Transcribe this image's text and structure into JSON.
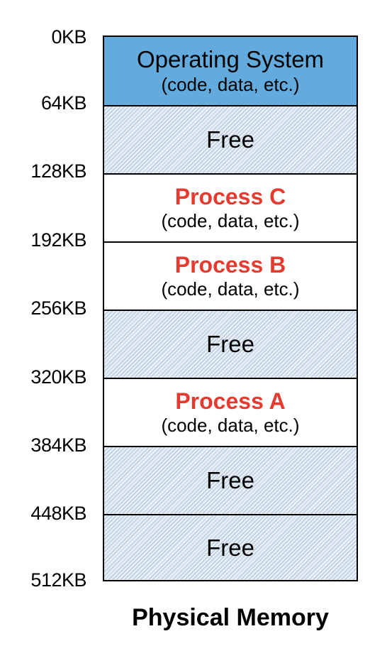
{
  "addresses": [
    "0KB",
    "64KB",
    "128KB",
    "192KB",
    "256KB",
    "320KB",
    "384KB",
    "448KB",
    "512KB"
  ],
  "segments": [
    {
      "kind": "os",
      "title": "Operating System",
      "subtitle": "(code, data, etc.)",
      "color": "#64abdd"
    },
    {
      "kind": "free",
      "title": "Free"
    },
    {
      "kind": "process",
      "title": "Process C",
      "subtitle": "(code, data, etc.)",
      "color": "#e53a2f"
    },
    {
      "kind": "process",
      "title": "Process B",
      "subtitle": "(code, data, etc.)",
      "color": "#e53a2f"
    },
    {
      "kind": "free",
      "title": "Free"
    },
    {
      "kind": "process",
      "title": "Process A",
      "subtitle": "(code, data, etc.)",
      "color": "#e53a2f"
    },
    {
      "kind": "free",
      "title": "Free"
    },
    {
      "kind": "free",
      "title": "Free"
    }
  ],
  "caption": "Physical Memory"
}
